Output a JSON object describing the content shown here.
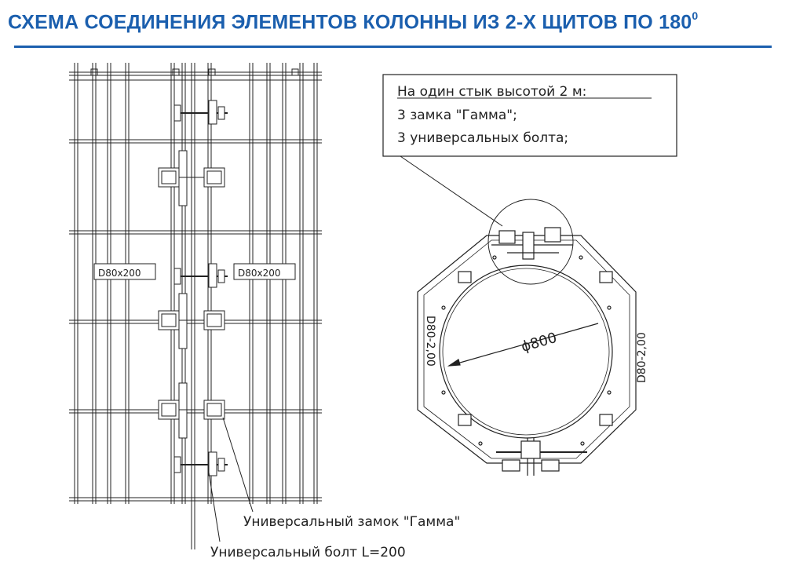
{
  "title": "СХЕМА СОЕДИНЕНИЯ ЭЛЕМЕНТОВ КОЛОННЫ ИЗ 2-Х ЩИТОВ ПО 180",
  "title_sup": "0",
  "note": {
    "line1": "На один стык высотой 2 м:",
    "line2": "3 замка \"Гамма\";",
    "line3": "3 универсальных болта;"
  },
  "elevation": {
    "panel_label_left": "D80x200",
    "panel_label_right": "D80x200"
  },
  "plan": {
    "diameter_label": "ϕ800",
    "side_label_left": "D80-2,00",
    "side_label_right": "D80-2,00"
  },
  "callouts": {
    "lock": "Универсальный замок \"Гамма\"",
    "bolt": "Универсальный болт L=200"
  },
  "colors": {
    "title": "#1b5fae",
    "lines": "#222222"
  }
}
